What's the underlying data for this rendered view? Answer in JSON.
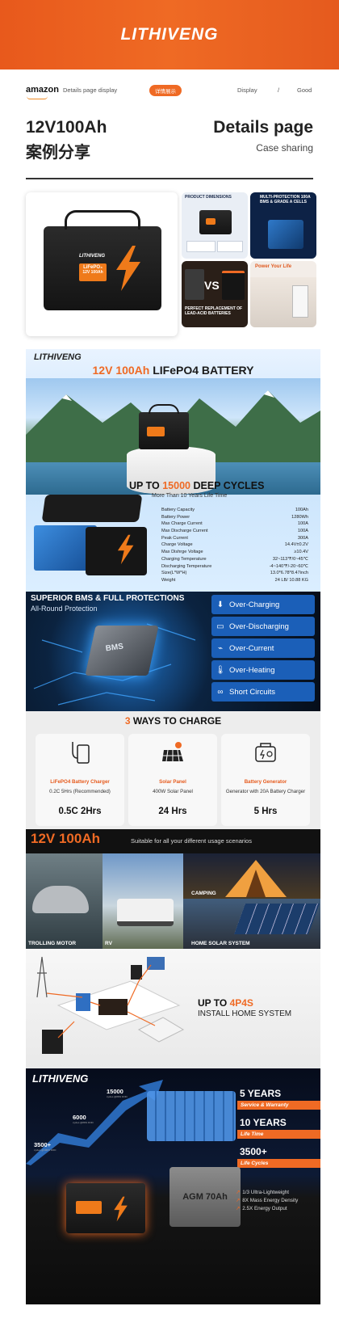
{
  "header": {
    "brand": "LITHIVENG"
  },
  "nav": {
    "amazon": "amazon",
    "desc": "Details page display",
    "pill": "详情展示",
    "display": "Display",
    "slash": "/",
    "good": "Good"
  },
  "hero": {
    "title": "12V100Ah",
    "title_cn": "案例分享",
    "right_title": "Details page",
    "right_sub": "Case sharing"
  },
  "gallery": {
    "main_battery_brand": "LITHIVENG",
    "main_battery_chem": "LiFePO₄",
    "main_battery_spec": "12V 100Ah",
    "thumb1": "PRODUCT DIMENSIONS",
    "thumb2": "MULTI-PROTECTION 100A BMS & GRADE A CELLS",
    "thumb3_vs": "VS",
    "thumb3": "PERFECT REPLACEMENT OF LEAD-ACID BATTERIES",
    "thumb4": "Power Your Life"
  },
  "poster1": {
    "logo": "LITHIVENG",
    "title_pre": "12V 100Ah",
    "title_post": " LIFePO4 BATTERY",
    "cycles_pre": "UP TO ",
    "cycles_num": "15000",
    "cycles_post": " DEEP CYCLES",
    "cycles_sub": "More Than 10 Years Life Time",
    "specs": [
      {
        "k": "Battery Capacity",
        "v": "100Ah"
      },
      {
        "k": "Battery Power",
        "v": "1280Wh"
      },
      {
        "k": "Max Charge Current",
        "v": "100A"
      },
      {
        "k": "Max Discharge Current",
        "v": "100A"
      },
      {
        "k": "Peak Current",
        "v": "300A"
      },
      {
        "k": "Charge Voltage",
        "v": "14.4V±0.2V"
      },
      {
        "k": "Max Dishrge Voltage",
        "v": "≥10.4V"
      },
      {
        "k": "Charging Temperature",
        "v": "32~113℉/0~45℃"
      },
      {
        "k": "Discharging Temperature",
        "v": "-4~140℉/-20~60℃"
      },
      {
        "k": "Size(L*W*H)",
        "v": "13.0*6.78*8.47inch"
      },
      {
        "k": "Weight",
        "v": "24 LB/ 10.88 KG"
      }
    ]
  },
  "bms": {
    "title": "SUPERIOR BMS & FULL PROTECTIONS",
    "sub": "All-Round Protection",
    "chip": "BMS",
    "items": [
      "Over-Charging",
      "Over-Discharging",
      "Over-Current",
      "Over-Heating",
      "Short Circuits"
    ]
  },
  "ways": {
    "title_num": "3",
    "title_rest": " WAYS TO CHARGE",
    "cards": [
      {
        "name": "LiFePO4 Battery Charger",
        "desc": "0.2C 5Hrs (Recommended)",
        "time": "0.5C 2Hrs"
      },
      {
        "name": "Solar Panel",
        "desc": "400W Solar Panel",
        "time": "24 Hrs"
      },
      {
        "name": "Battery Generator",
        "desc": "Generator with 20A Battery Charger",
        "time": "5 Hrs"
      }
    ]
  },
  "usage": {
    "title": "12V 100Ah",
    "sub": "Suitable for all your different usage scenarios",
    "scenes": [
      "TROLLING MOTOR",
      "RV",
      "CAMPING",
      "HOME SOLAR SYSTEM"
    ]
  },
  "home": {
    "title_pre": "UP TO ",
    "title_hl": "4P4S",
    "sub": "INSTALL HOME SYSTEM"
  },
  "life": {
    "logo": "LITHIVENG",
    "cycles": [
      {
        "num": "15000",
        "note": "cycles @80% DOD"
      },
      {
        "num": "6000",
        "note": "cycles @80% DOD"
      },
      {
        "num": "3500+",
        "note": "cycles @100% DOD"
      }
    ],
    "y1": "5 YEARS",
    "tag1": "Service & Warranty",
    "y2": "10 YEARS",
    "tag2": "Life Time",
    "y3": "3500+",
    "tag3": "Life Cycles",
    "agm": "AGM 70Ah",
    "features": [
      "1/3 Ultra-Lightweight",
      "8X Mass Energy Density",
      "2.5X Energy Output"
    ]
  },
  "colors": {
    "brand_orange": "#ef6a24",
    "protect_blue": "#1b5fb8"
  }
}
